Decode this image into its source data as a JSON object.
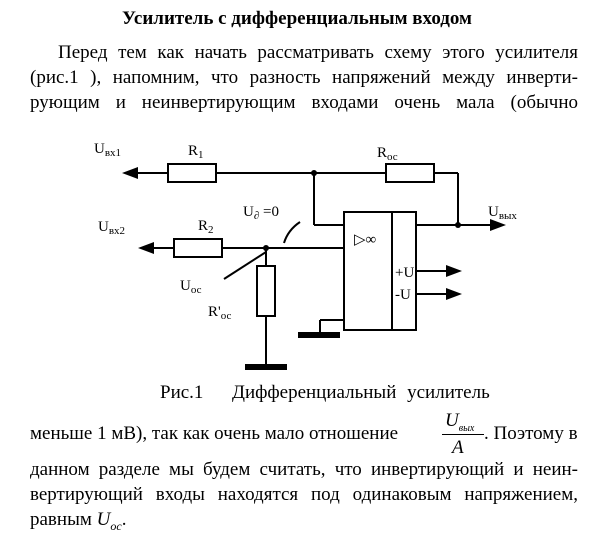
{
  "title": "Усилитель с дифференциальным входом",
  "para1": {
    "lines": [
      "Перед тем как начать рассматривать схему этого усилителя",
      "(рис.1 ),   напомним, что разность напряжений между инверти-",
      "рующим и неинвертирующим входами очень мала (обычно"
    ]
  },
  "figure": {
    "labels": {
      "u_in1": "U",
      "u_in1_sub": "вх1",
      "u_in2": "U",
      "u_in2_sub": "вх2",
      "r1": "R",
      "r1_sub": "1",
      "r2": "R",
      "r2_sub": "2",
      "roc": "R",
      "roc_sub": "ос",
      "r_oc_prime": "R'",
      "r_oc_prime_sub": "ос",
      "u_diff": "U",
      "u_diff_sub": "∂",
      "u_diff_value": " =0",
      "u_oc": "U",
      "u_oc_sub": "ос",
      "u_out": "U",
      "u_out_sub": "вых",
      "amp_symbol": "▷∞",
      "plus_u": "+U",
      "minus_u": "-U"
    },
    "caption_num": "Рис.1",
    "caption_text": "Дифференциальный усилитель"
  },
  "para2": {
    "line1_before": "меньше 1 мВ), так как очень мало отношение",
    "line1_after": ". Поэтому в",
    "formula_num": "U",
    "formula_num_sub": "вых",
    "formula_den": "A",
    "line2": "данном разделе мы будем считать, что инвертирующий и неин-",
    "line3": "вертирующий входы находятся под одинаковым напряжением,",
    "line4_before": "равным ",
    "line4_var": "U",
    "line4_var_sub": "ос",
    "line4_after": "."
  }
}
